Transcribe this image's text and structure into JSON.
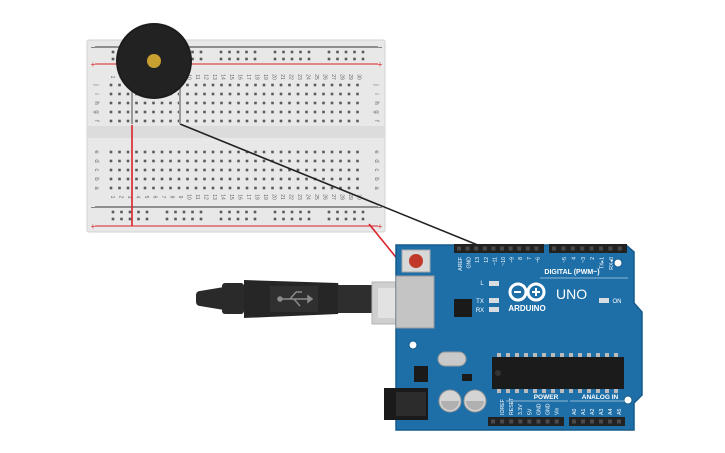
{
  "breadboard": {
    "column_numbers": [
      "1",
      "2",
      "3",
      "4",
      "5",
      "6",
      "7",
      "8",
      "9",
      "10",
      "11",
      "12",
      "13",
      "14",
      "15",
      "16",
      "17",
      "18",
      "19",
      "20",
      "21",
      "22",
      "23",
      "24",
      "25",
      "26",
      "27",
      "28",
      "29",
      "30"
    ],
    "upper_row_letters": [
      "j",
      "i",
      "h",
      "g",
      "f"
    ],
    "lower_row_letters": [
      "e",
      "d",
      "c",
      "b",
      "a"
    ],
    "rail_minus": "−",
    "rail_plus": "+",
    "colors": {
      "board": "#e8e8e8",
      "rail_red": "#d8232a",
      "rail_black": "#333333",
      "hole": "#5a5a5a"
    }
  },
  "buzzer": {
    "colors": {
      "body": "#1c1c1c",
      "center": "#c8a032"
    }
  },
  "wires": {
    "colors": {
      "signal": "#222222",
      "power": "#d8232a",
      "jumper": "#d8232a"
    }
  },
  "usb_cable": {
    "colors": {
      "cable": "#2a2a2a",
      "connector_metal": "#cfcfcf"
    }
  },
  "arduino": {
    "brand": "ARDUINO",
    "model": "UNO",
    "on_label": "ON",
    "l_label": "L",
    "tx_label": "TX",
    "rx_label": "RX",
    "digital_label": "DIGITAL (PWM~)",
    "power_label": "POWER",
    "analog_label": "ANALOG IN",
    "digital_pins": [
      "AREF",
      "GND",
      "13",
      "12",
      "~11",
      "~10",
      "~9",
      "8",
      "7",
      "~6",
      "~5",
      "4",
      "~3",
      "2",
      "TX▸1",
      "RX◂0"
    ],
    "power_pins": [
      "IOREF",
      "RESET",
      "3.3V",
      "5V",
      "GND",
      "GND",
      "Vin"
    ],
    "analog_pins": [
      "A0",
      "A1",
      "A2",
      "A3",
      "A4",
      "A5"
    ],
    "colors": {
      "board": "#1e6fa8",
      "board_edge": "#155a8a",
      "header": "#222222",
      "reset_button": "#c0392b",
      "silk": "#ffffff"
    }
  }
}
